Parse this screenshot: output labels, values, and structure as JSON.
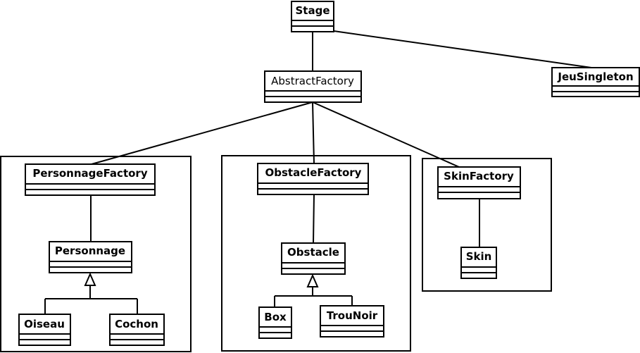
{
  "classes": {
    "stage": {
      "name": "Stage"
    },
    "abstract_factory": {
      "name": "AbstractFactory"
    },
    "jeu_singleton": {
      "name": "JeuSingleton"
    },
    "personnage_factory": {
      "name": "PersonnageFactory"
    },
    "personnage": {
      "name": "Personnage"
    },
    "oiseau": {
      "name": "Oiseau"
    },
    "cochon": {
      "name": "Cochon"
    },
    "obstacle_factory": {
      "name": "ObstacleFactory"
    },
    "obstacle": {
      "name": "Obstacle"
    },
    "box": {
      "name": "Box"
    },
    "trou_noir": {
      "name": "TrouNoir"
    },
    "skin_factory": {
      "name": "SkinFactory"
    },
    "skin": {
      "name": "Skin"
    }
  },
  "colors": {
    "stroke": "#000000",
    "background": "#ffffff"
  }
}
